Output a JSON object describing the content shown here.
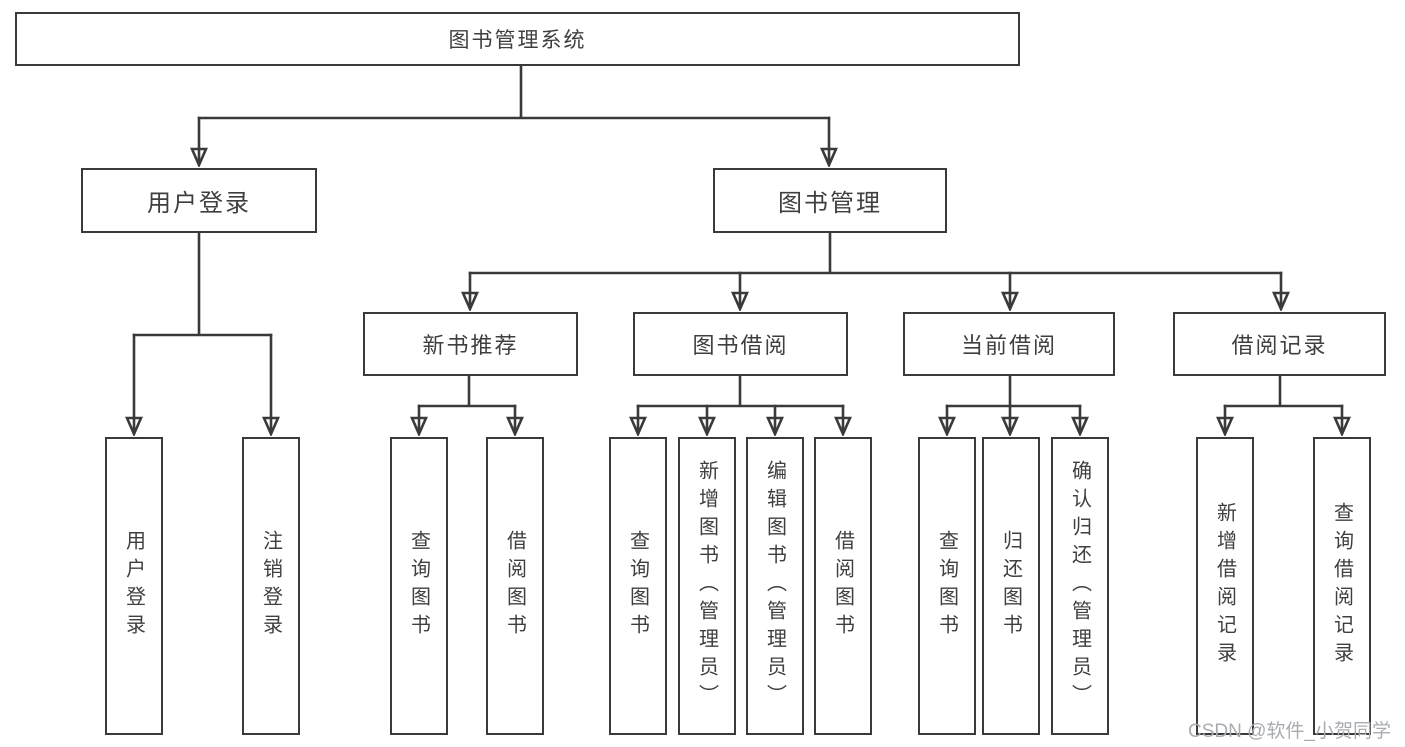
{
  "title": "图书管理系统",
  "level2": {
    "user_login": "用户登录",
    "book_mgmt": "图书管理"
  },
  "level3": {
    "new_books": "新书推荐",
    "borrow": "图书借阅",
    "current": "当前借阅",
    "records": "借阅记录"
  },
  "leaves": {
    "user_login_leaf": "用户登录",
    "logout": "注销登录",
    "nb_query": "查询图书",
    "nb_borrow": "借阅图书",
    "bw_query": "查询图书",
    "bw_add": "新增图书（管理员）",
    "bw_edit": "编辑图书（管理员）",
    "bw_borrow": "借阅图书",
    "cur_query": "查询图书",
    "cur_return": "归还图书",
    "cur_confirm": "确认归还（管理员）",
    "rec_add": "新增借阅记录",
    "rec_query": "查询借阅记录"
  },
  "watermark": "CSDN @软件_小贺同学",
  "colors": {
    "line": "#3a3a3a",
    "text": "#3f3f3f",
    "watermark": "#a9acb1",
    "background": "#ffffff"
  }
}
